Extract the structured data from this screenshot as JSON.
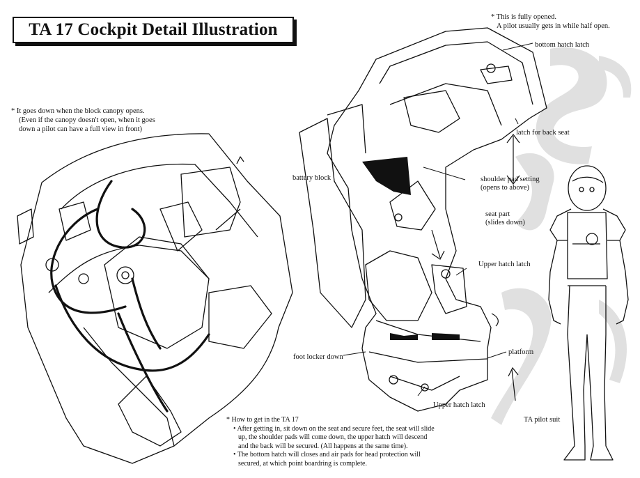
{
  "title": "TA 17 Cockpit Detail Illustration",
  "notes": {
    "top_right": [
      "* This is fully opened.",
      "A pilot usually gets in while half open."
    ],
    "left": [
      "* It goes down when the block canopy opens.",
      "(Even if the canopy doesn't open, when it goes",
      "down a pilot can have a full view in front)"
    ]
  },
  "labels": {
    "bottom_hatch_latch": "bottom hatch latch",
    "latch_back_seat": "latch for back seat",
    "battery_block": "battery block",
    "shoulder_pad_setting": [
      "shoulder pad setting",
      "(opens to above)"
    ],
    "seat_part": [
      "seat part",
      "(slides down)"
    ],
    "upper_hatch_latch_top": "Upper hatch latch",
    "foot_locker_down": "foot locker down",
    "platform": "platform",
    "upper_hatch_latch_bottom": "Upper hatch latch",
    "pilot_suit": "TA pilot suit"
  },
  "how_to": {
    "heading": "* How to get in the TA 17",
    "bullet1": [
      "• After getting in, sit down on the seat and secure feet, the seat will slide",
      "up, the shoulder pads will come down, the upper hatch will descend",
      "and the back will be secured. (All happens at the same time)."
    ],
    "bullet2": [
      "• The bottom hatch will closes and air pads for head protection will",
      "secured, at which point boardring is complete."
    ]
  }
}
